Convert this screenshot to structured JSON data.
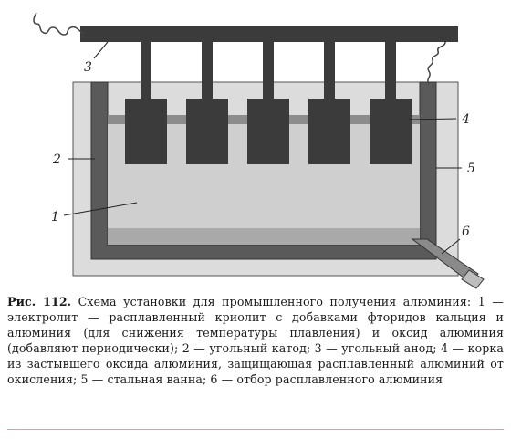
{
  "callouts": {
    "electrolyte": "1",
    "cathode": "2",
    "anode": "3",
    "crust": "4",
    "bath": "5",
    "outlet": "6"
  },
  "caption": {
    "fig_label": "Рис. 112.",
    "text": "Схема установки для промышленного получения алюминия: 1 — электролит — расплавленный криолит с добавками фторидов кальция и алюминия (для снижения температуры плавления) и оксид алюминия (добавляют периодически); 2 — угольный катод; 3 — угольный анод; 4 — корка из застывшего оксида алюминия, защищающая расплавленный алюминий от окисления; 5 — стальная ванна; 6 — отбор расплавленного алюминия"
  },
  "colors": {
    "steel_bath": "#dcdcdc",
    "cathode": "#5a5a5a",
    "electrolyte": "#cfcfcf",
    "crust": "#8c8c8c",
    "molten_aluminium": "#a9a9a9",
    "anode": "#3b3b3b",
    "busbar": "#3b3b3b"
  }
}
